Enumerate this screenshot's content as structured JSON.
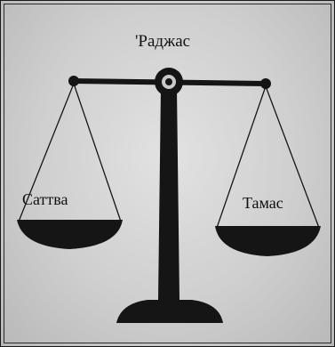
{
  "labels": {
    "top": "'Раджас",
    "left_pan": "Саттва",
    "right_pan": "Тамас"
  },
  "colors": {
    "ink": "#151515",
    "background": "#d2d2d2"
  }
}
